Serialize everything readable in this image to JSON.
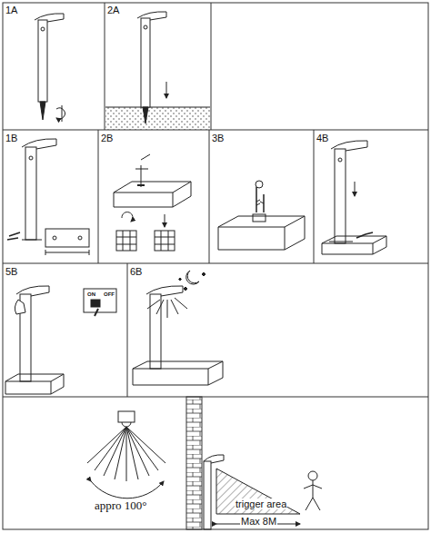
{
  "diagram": {
    "labels": [
      "1A",
      "2A",
      "1B",
      "2B",
      "3B",
      "4B",
      "5B",
      "6B",
      "ON",
      "OFF",
      "appro 100°",
      "trigger area",
      "Max 8M"
    ]
  }
}
